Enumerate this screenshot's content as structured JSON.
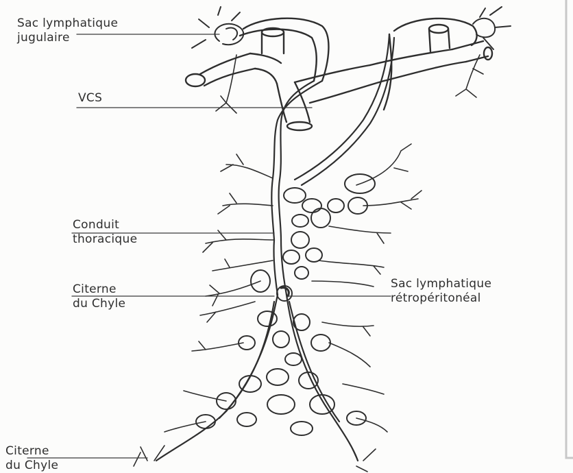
{
  "labels": {
    "jugular_sac": {
      "line1": "Sac lymphatique",
      "line2": "jugulaire"
    },
    "vcs": "VCS",
    "thoracic_duct": {
      "line1": "Conduit",
      "line2": "thoracique"
    },
    "cisterna_upper": {
      "line1": "Citerne",
      "line2": "du Chyle"
    },
    "retroperitoneal_sac": {
      "line1": "Sac lymphatique",
      "line2": "rétropéritonéal"
    },
    "cisterna_lower": {
      "line1": "Citerne",
      "line2": "du Chyle"
    }
  },
  "colors": {
    "ink": "#2e2e2e",
    "leader": "#3a3a3a",
    "background": "#fcfcfb",
    "scan_edge": "#c8c8c8"
  }
}
